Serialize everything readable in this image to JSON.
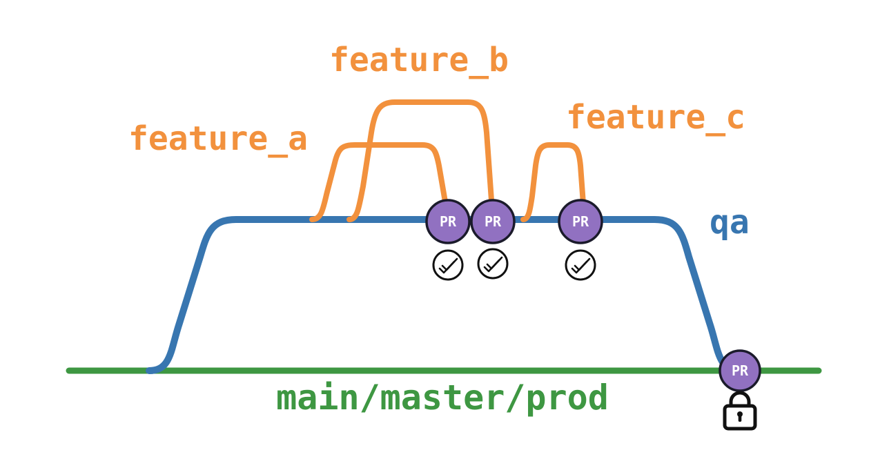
{
  "diagram": {
    "type": "git-branch-flow",
    "branches": [
      {
        "id": "main",
        "label": "main/master/prod",
        "color_key": "green"
      },
      {
        "id": "qa",
        "label": "qa",
        "color_key": "blue",
        "from": "main",
        "to": "main"
      },
      {
        "id": "feature_a",
        "label": "feature_a",
        "color_key": "orange",
        "from": "qa",
        "to": "qa"
      },
      {
        "id": "feature_b",
        "label": "feature_b",
        "color_key": "orange",
        "from": "qa",
        "to": "qa"
      },
      {
        "id": "feature_c",
        "label": "feature_c",
        "color_key": "orange",
        "from": "qa",
        "to": "qa"
      }
    ],
    "merges": [
      {
        "into": "qa",
        "badge": "PR",
        "status_icon": "double-check-icon"
      },
      {
        "into": "qa",
        "badge": "PR",
        "status_icon": "double-check-icon"
      },
      {
        "into": "qa",
        "badge": "PR",
        "status_icon": "double-check-icon"
      },
      {
        "into": "main",
        "badge": "PR",
        "status_icon": "lock-icon"
      }
    ]
  },
  "labels": {
    "feature_a": "feature_a",
    "feature_b": "feature_b",
    "feature_c": "feature_c",
    "qa": "qa",
    "main": "main/master/prod"
  },
  "pr_badge": {
    "label": "PR"
  },
  "icons": {
    "check": "double-check-icon",
    "lock": "lock-icon"
  },
  "colors": {
    "orange": "#F2913D",
    "blue": "#3876B0",
    "green": "#3E9742",
    "purple": "#9171C1",
    "outline": "#1B1B2B",
    "black": "#111111",
    "white": "#FFFFFF"
  }
}
